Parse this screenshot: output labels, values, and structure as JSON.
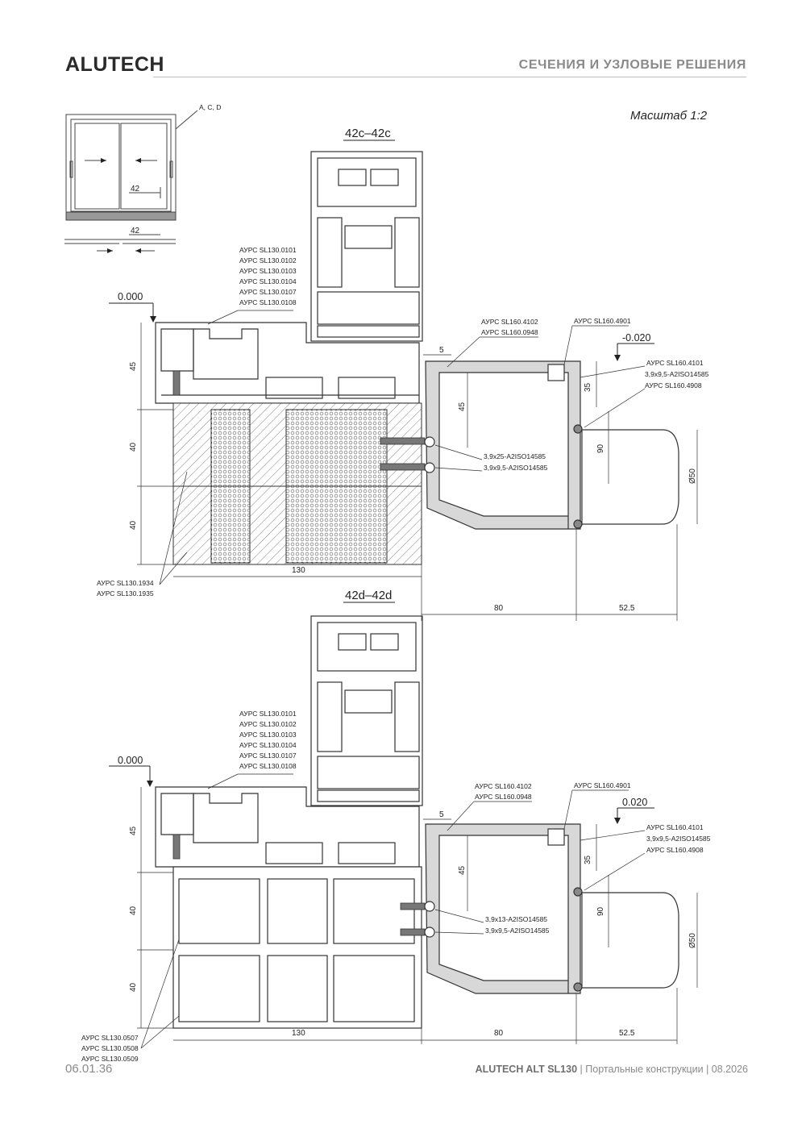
{
  "header": {
    "brand": "ALUTECH",
    "title": "СЕЧЕНИЯ И УЗЛОВЫЕ РЕШЕНИЯ"
  },
  "footer": {
    "page_number": "06.01.36",
    "product": "ALUTECH ALT SL130",
    "description": "| Портальные конструкции | 08.2026"
  },
  "scale_label": "Масштаб 1:2",
  "scheme": {
    "mark": "A, C, D",
    "dim_top": "42",
    "dim_bottom": "42"
  },
  "section_c": {
    "title": "42c–42c",
    "level_left": "0.000",
    "level_right": "-0.020",
    "profiles_top": [
      "АУРС SL130.0101",
      "АУРС SL130.0102",
      "АУРС SL130.0103",
      "АУРС SL130.0104",
      "АУРС SL130.0107",
      "АУРС SL130.0108"
    ],
    "profiles_bottom": [
      "АУРС SL130.1934",
      "АУРС SL130.1935"
    ],
    "parts_mid": [
      "АУРС SL160.4102",
      "АУРС SL160.0948"
    ],
    "part_right_top": "АУРС SL160.4901",
    "parts_right": [
      "АУРС SL160.4101",
      "3,9x9,5-A2ISO14585",
      "АУРС SL160.4908"
    ],
    "screws": [
      "3,9x25-A2ISO14585",
      "3,9x9,5-A2ISO14585"
    ],
    "dims": {
      "d45": "45",
      "d40a": "40",
      "d40b": "40",
      "d130": "130",
      "d80": "80",
      "d52": "52.5",
      "d5": "5",
      "d45b": "45",
      "d35": "35",
      "d90": "90",
      "d50": "Ø50"
    }
  },
  "section_d": {
    "title": "42d–42d",
    "level_left": "0.000",
    "level_right": "0.020",
    "profiles_top": [
      "АУРС SL130.0101",
      "АУРС SL130.0102",
      "АУРС SL130.0103",
      "АУРС SL130.0104",
      "АУРС SL130.0107",
      "АУРС SL130.0108"
    ],
    "profiles_bottom": [
      "АУРС SL130.0507",
      "АУРС SL130.0508",
      "АУРС SL130.0509"
    ],
    "parts_mid": [
      "АУРС SL160.4102",
      "АУРС SL160.0948"
    ],
    "part_right_top": "АУРС SL160.4901",
    "parts_right": [
      "АУРС SL160.4101",
      "3,9x9,5-A2ISO14585",
      "АУРС SL160.4908"
    ],
    "screws": [
      "3,9x13-A2ISO14585",
      "3,9x9,5-A2ISO14585"
    ],
    "dims": {
      "d45": "45",
      "d40a": "40",
      "d40b": "40",
      "d130": "130",
      "d80": "80",
      "d52": "52.5",
      "d5": "5",
      "d45b": "45",
      "d35": "35",
      "d90": "90",
      "d50": "Ø50"
    }
  }
}
